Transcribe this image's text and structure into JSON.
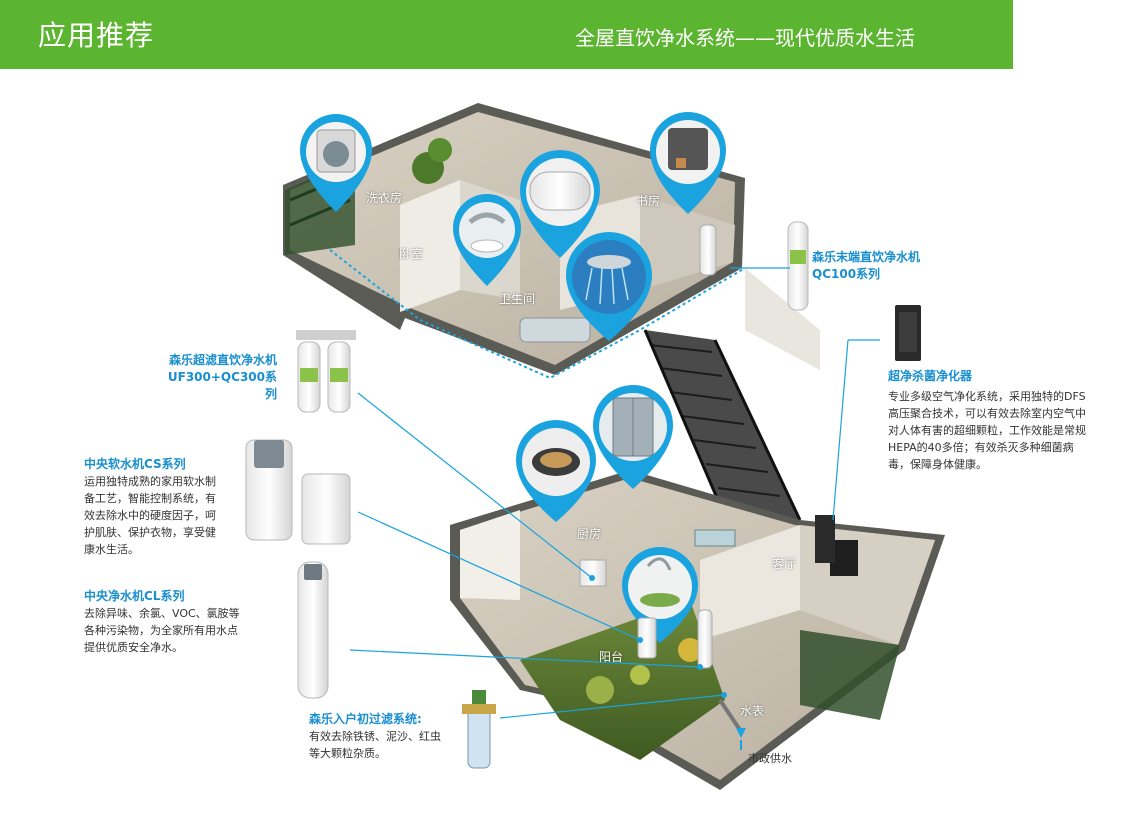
{
  "header": {
    "title": "应用推荐",
    "subtitle": "全屋直饮净水系统——现代优质水生活"
  },
  "colors": {
    "brand_green": "#5cb531",
    "accent_blue": "#1a8fd0",
    "pin_blue": "#1aa3de"
  },
  "rooms": {
    "laundry": "洗衣房",
    "bedroom": "卧室",
    "bathroom": "卫生间",
    "study": "书房",
    "kitchen": "厨房",
    "living": "客厅",
    "balcony": "阳台",
    "meter": "水表",
    "municipal": "市政供水"
  },
  "products": {
    "qc100": {
      "title_line1": "森乐末端直饮净水机",
      "title_line2": "QC100系列"
    },
    "uf300": {
      "title_line1": "森乐超滤直饮净水机",
      "title_line2": "UF300+QC300系列"
    },
    "purifier": {
      "title": "超净杀菌净化器",
      "desc": [
        "专业多级空气净化系统，采用独特的DFS",
        "高压聚合技术，可以有效去除室内空气中",
        "对人体有害的超细颗粒，工作效能是常规",
        "HEPA的40多倍；有效杀灭多种细菌病",
        "毒，保障身体健康。"
      ]
    },
    "cs": {
      "title": "中央软水机CS系列",
      "desc": [
        "运用独特成熟的家用软水制",
        "备工艺，智能控制系统，有",
        "效去除水中的硬度因子，呵",
        "护肌肤、保护衣物，享受健",
        "康水生活。"
      ]
    },
    "cl": {
      "title": "中央净水机CL系列",
      "desc": [
        "去除异味、余氯、VOC、氯胺等",
        "各种污染物，为全家所有用水点",
        "提供优质安全净水。"
      ]
    },
    "prefilter": {
      "title": "森乐入户初过滤系统:",
      "desc": [
        "有效去除铁锈、泥沙、红虫",
        "等大颗粒杂质。"
      ]
    }
  }
}
